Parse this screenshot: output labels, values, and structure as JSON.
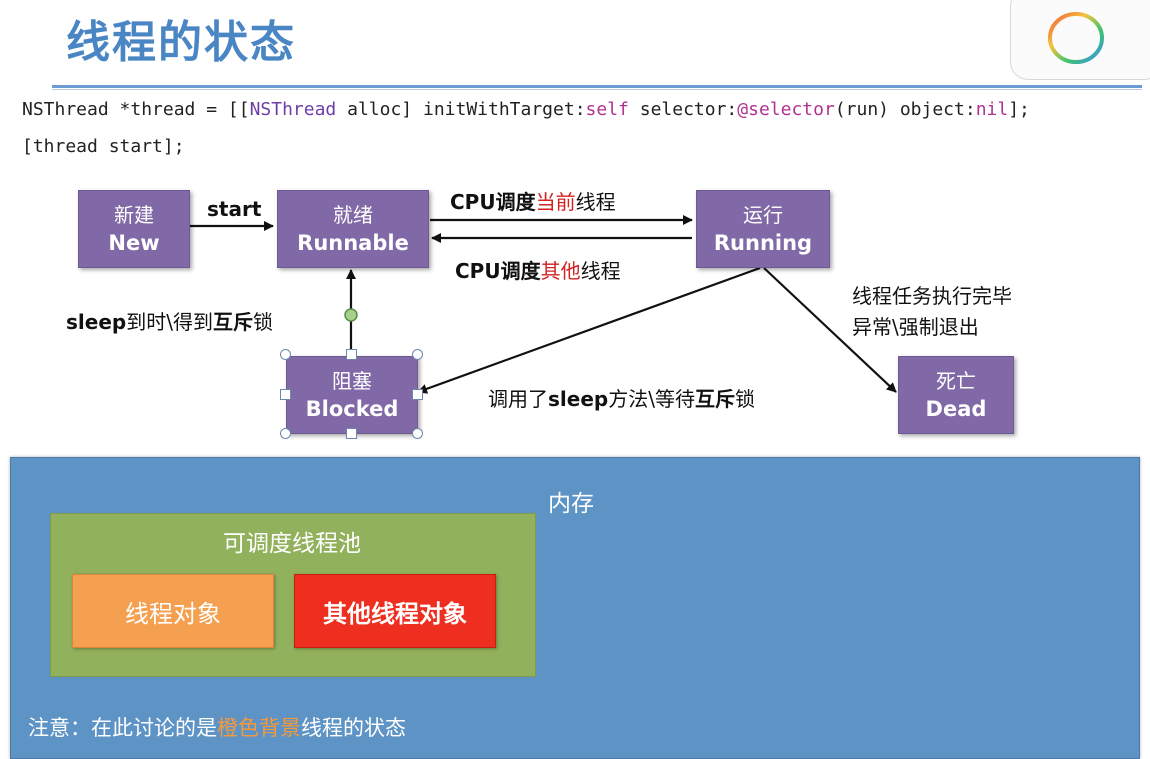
{
  "slide": {
    "title": "线程的状态"
  },
  "code": {
    "line1": {
      "a": "NSThread *thread = [[",
      "b": "NSThread",
      "c": " alloc] initWithTarget:",
      "d": "self",
      "e": " selector:",
      "f": "@selector",
      "g": "(run) object:",
      "h": "nil",
      "i": "];"
    },
    "line2": "[thread start];"
  },
  "states": {
    "new": {
      "cn": "新建",
      "en": "New"
    },
    "runnable": {
      "cn": "就绪",
      "en": "Runnable"
    },
    "running": {
      "cn": "运行",
      "en": "Running"
    },
    "blocked": {
      "cn": "阻塞",
      "en": "Blocked"
    },
    "dead": {
      "cn": "死亡",
      "en": "Dead"
    }
  },
  "transitions": {
    "start": "start",
    "schedule_current": {
      "pre": "CPU调度",
      "hl": "当前",
      "post": "线程"
    },
    "schedule_other": {
      "pre": "CPU调度",
      "hl": "其他",
      "post": "线程"
    },
    "wake": {
      "a": "sleep",
      "b": "到时\\得到",
      "c": "互斥",
      "d": "锁"
    },
    "block": {
      "a": "调用了",
      "b": "sleep",
      "c": "方法\\等待",
      "d": "互斥",
      "e": "锁"
    },
    "finish_line1": "线程任务执行完毕",
    "finish_line2": "异常\\强制退出"
  },
  "memory": {
    "title": "内存",
    "pool_title": "可调度线程池",
    "thread_object": "线程对象",
    "other_thread_object": "其他线程对象",
    "note": {
      "pre": "注意：在此讨论的是",
      "hl": "橙色背景",
      "post": "线程的状态"
    }
  },
  "colors": {
    "title": "#4a86c4",
    "state_box": "#8069a6",
    "memory_bg": "#5e93c5",
    "pool_bg": "#92b15c",
    "thread_object": "#f5a051",
    "other_thread_object": "#ee2e1f",
    "highlight_red": "#d22222",
    "highlight_orange": "#f59a3a"
  }
}
